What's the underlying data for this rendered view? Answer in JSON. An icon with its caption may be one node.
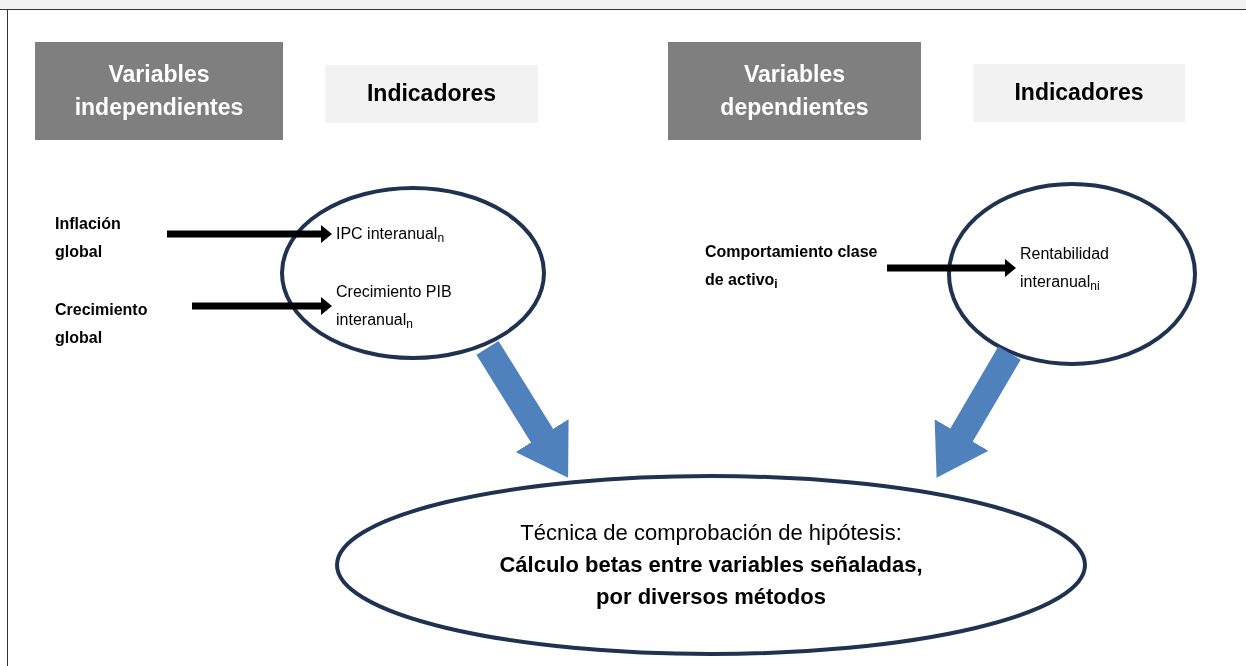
{
  "diagram": {
    "nodes": [
      {
        "text": [
          "Variables independientes"
        ]
      },
      {
        "text": [
          "Indicadores"
        ]
      },
      {
        "text": [
          "Variables dependientes"
        ]
      },
      {
        "text": [
          "Indicadores"
        ]
      },
      {
        "text": [
          "Inflación global"
        ]
      },
      {
        "text": [
          "Crecimiento global"
        ]
      },
      {
        "text": [],
        "shape": "circle"
      },
      {
        "text": [
          "IPC interanual$_{n}$"
        ],
        "in": 6
      },
      {
        "text": [
          "Crecimiento PIB interanual$_{n}$"
        ],
        "in": 6
      },
      {
        "text": [
          "Comportamiento clase de activo$_{i}$"
        ]
      },
      {
        "text": [],
        "shape": "circle"
      },
      {
        "text": [
          "Rentabilidad interanual$_{ni}$"
        ],
        "in": 10
      },
      {
        "text": [
          "Técnica de comprobación de hipótesis:",
          "Cálculo betas entre variables señaladas, por diversos métodos"
        ]
      }
    ],
    "edges": [
      {
        "from": 4,
        "to": 7,
        "arrow": "to"
      },
      {
        "from": 5,
        "to": 8,
        "arrow": "to"
      },
      {
        "from": 9,
        "to": 11,
        "arrow": "to"
      },
      {
        "from": 6,
        "to": 12,
        "arrow": "to",
        "style": "thick",
        "color": "#4f81bd"
      },
      {
        "from": 10,
        "to": 12,
        "arrow": "to",
        "style": "thick",
        "color": "#4f81bd"
      }
    ]
  }
}
